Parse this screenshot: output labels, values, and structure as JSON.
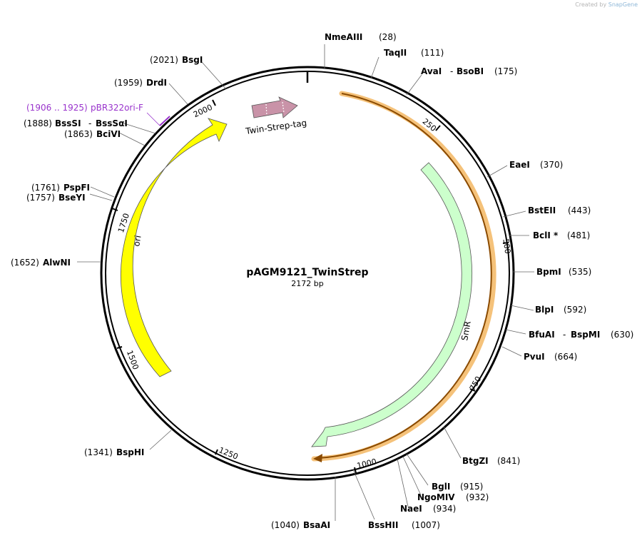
{
  "credit": {
    "prefix": "Created by",
    "brand": "SnapGene"
  },
  "plasmid": {
    "name": "pAGM9121_TwinStrep",
    "size_label": "2172 bp"
  },
  "ticks": [
    "250",
    "500",
    "750",
    "1000",
    "1250",
    "1500",
    "1750",
    "2000"
  ],
  "features": {
    "twin_strep": "Twin-Strep-tag",
    "smr": "SmR",
    "ori": "ori"
  },
  "primer": {
    "range": "(1906 .. 1925)",
    "name": "pBR322ori-F",
    "color": "#9933cc"
  },
  "sites": [
    {
      "name": "NmeAIII",
      "pos": "(28)"
    },
    {
      "name": "TaqII",
      "pos": "(111)"
    },
    {
      "name": "AvaI",
      "name2": "BsoBI",
      "pos": "(175)"
    },
    {
      "name": "EaeI",
      "pos": "(370)"
    },
    {
      "name": "BstEII",
      "pos": "(443)"
    },
    {
      "name": "BclI *",
      "pos": "(481)"
    },
    {
      "name": "BpmI",
      "pos": "(535)"
    },
    {
      "name": "BlpI",
      "pos": "(592)"
    },
    {
      "name": "BfuAI",
      "name2": "BspMI",
      "pos": "(630)"
    },
    {
      "name": "PvuI",
      "pos": "(664)"
    },
    {
      "name": "BtgZI",
      "pos": "(841)"
    },
    {
      "name": "BglI",
      "pos": "(915)"
    },
    {
      "name": "NgoMIV",
      "pos": "(932)"
    },
    {
      "name": "NaeI",
      "pos": "(934)"
    },
    {
      "name": "BssHII",
      "pos": "(1007)"
    },
    {
      "name": "BsaAI",
      "pos": "(1040)"
    },
    {
      "name": "BspHI",
      "pos": "(1341)"
    },
    {
      "name": "AlwNI",
      "pos": "(1652)"
    },
    {
      "name": "BseYI",
      "pos": "(1757)"
    },
    {
      "name": "PspFI",
      "pos": "(1761)"
    },
    {
      "name": "BciVI",
      "pos": "(1863)"
    },
    {
      "name": "BssSI",
      "name2": "BssSαI",
      "pos": "(1888)"
    },
    {
      "name": "DrdI",
      "pos": "(1959)"
    },
    {
      "name": "BsgI",
      "pos": "(2021)"
    }
  ],
  "colors": {
    "ori": "#ffff00",
    "smr": "#ccffcc",
    "twin_strep": "#c993a8",
    "orf": "#f0a63c",
    "backbone": "#000000"
  }
}
